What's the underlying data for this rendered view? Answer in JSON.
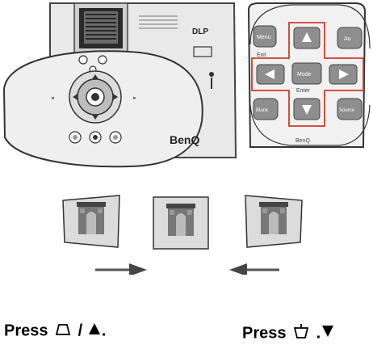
{
  "projector": {
    "brand": "BenQ",
    "side_labels": [
      "DLP"
    ]
  },
  "remote": {
    "brand": "BenQ",
    "buttons": {
      "menu": "Menu",
      "exit": "Exit",
      "mode": "Mode",
      "enter": "Enter",
      "auto": "Au",
      "blank": "Blank",
      "source": "Source"
    }
  },
  "captions": {
    "left_press": "Press",
    "left_sep": "/",
    "left_end": ".",
    "right_press": "Press",
    "right_end": "."
  },
  "colors": {
    "highlight": "#d23a2a",
    "dark": "#222222",
    "gray": "#9a9a9a"
  }
}
